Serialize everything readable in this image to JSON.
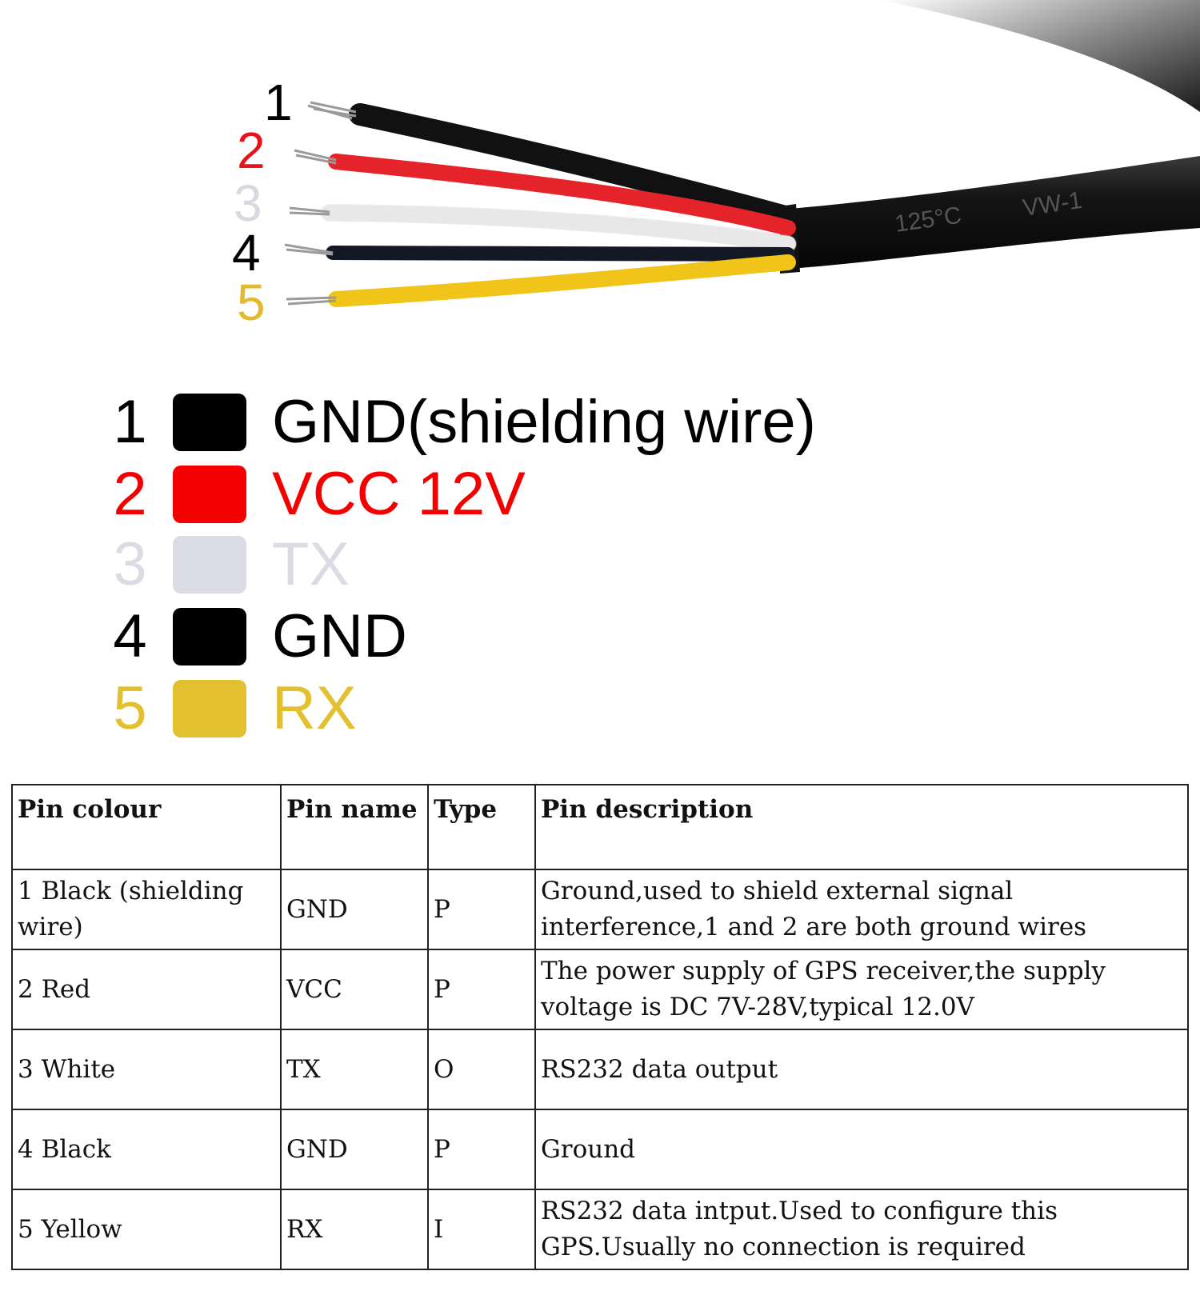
{
  "wire_numbers": [
    {
      "label": "1",
      "color": "#000000"
    },
    {
      "label": "2",
      "color": "#e8141b"
    },
    {
      "label": "3",
      "color": "#d7d9de"
    },
    {
      "label": "4",
      "color": "#000000"
    },
    {
      "label": "5",
      "color": "#e3b92e"
    }
  ],
  "legend": [
    {
      "num": "1",
      "label": "GND(shielding wire)",
      "color": "#000000"
    },
    {
      "num": "2",
      "label": "VCC 12V",
      "color": "#f40000"
    },
    {
      "num": "3",
      "label": "TX",
      "color": "#dadbe4"
    },
    {
      "num": "4",
      "label": "GND",
      "color": "#000000"
    },
    {
      "num": "5",
      "label": "RX",
      "color": "#e3c02f"
    }
  ],
  "table": {
    "headers": [
      "Pin colour",
      "Pin name",
      "Type",
      "Pin description"
    ],
    "rows": [
      [
        "1 Black (shielding wire)",
        "GND",
        "P",
        "Ground,used to shield external signal interference,1 and 2 are both ground wires"
      ],
      [
        "2 Red",
        "VCC",
        "P",
        "The power supply of GPS receiver,the supply voltage is DC 7V-28V,typical 12.0V"
      ],
      [
        "3 White",
        "TX",
        "O",
        "RS232 data output"
      ],
      [
        "4 Black",
        "GND",
        "P",
        "Ground"
      ],
      [
        "5 Yellow",
        "RX",
        "I",
        "RS232 data intput.Used to configure this GPS.Usually no connection is required"
      ]
    ]
  },
  "cable_print": [
    "125°C",
    "VW-1"
  ],
  "icons": {
    "cable_photo": "cable-with-five-wires-image"
  }
}
